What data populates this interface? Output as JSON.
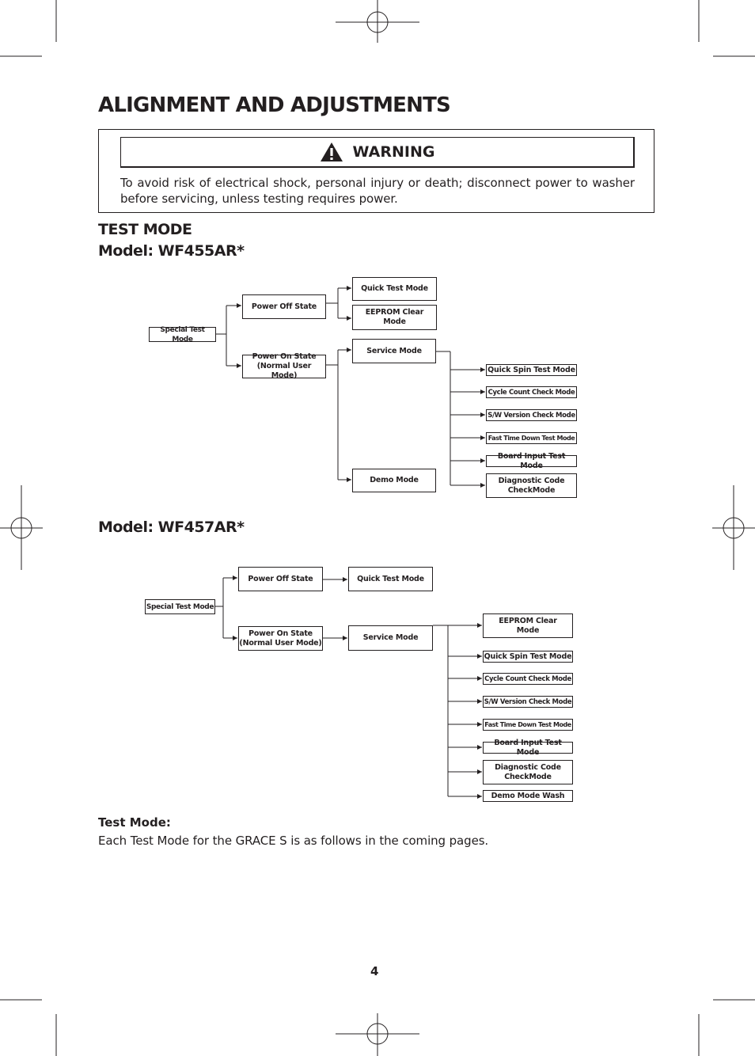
{
  "page": {
    "title": "ALIGNMENT AND ADJUSTMENTS",
    "page_number": "4"
  },
  "warning": {
    "icon": "warning-triangle-icon",
    "title": "WARNING",
    "text": "To avoid risk of electrical shock, personal injury or death; disconnect power to washer before servicing, unless testing requires power."
  },
  "section": {
    "heading": "TEST MODE",
    "model1_heading": "Model: WF455AR*",
    "model2_heading": "Model: WF457AR*"
  },
  "diagram1": {
    "root": "Special Test Mode",
    "power_off": "Power Off State",
    "power_on": "Power On State\n(Normal User Mode)",
    "quick_test": "Quick Test Mode",
    "eeprom": "EEPROM Clear\nMode",
    "service": "Service Mode",
    "demo": "Demo Mode",
    "service_items": [
      "Quick Spin Test Mode",
      "Cycle Count Check Mode",
      "S/W Version Check Mode",
      "Fast Time Down Test Mode",
      "Board Input Test Mode",
      "Diagnostic Code\nCheckMode"
    ]
  },
  "diagram2": {
    "root": "Special Test Mode",
    "power_off": "Power Off State",
    "power_on": "Power On State\n(Normal User Mode)",
    "quick_test": "Quick Test Mode",
    "service": "Service Mode",
    "service_items": [
      "EEPROM Clear\nMode",
      "Quick Spin Test Mode",
      "Cycle Count Check Mode",
      "S/W Version Check Mode",
      "Fast Time Down Test Mode",
      "Board Input Test Mode",
      "Diagnostic Code\nCheckMode",
      "Demo Mode Wash"
    ]
  },
  "test_mode_note": {
    "label": "Test Mode:",
    "text": "Each Test Mode for the GRACE S is as follows in the coming pages."
  }
}
